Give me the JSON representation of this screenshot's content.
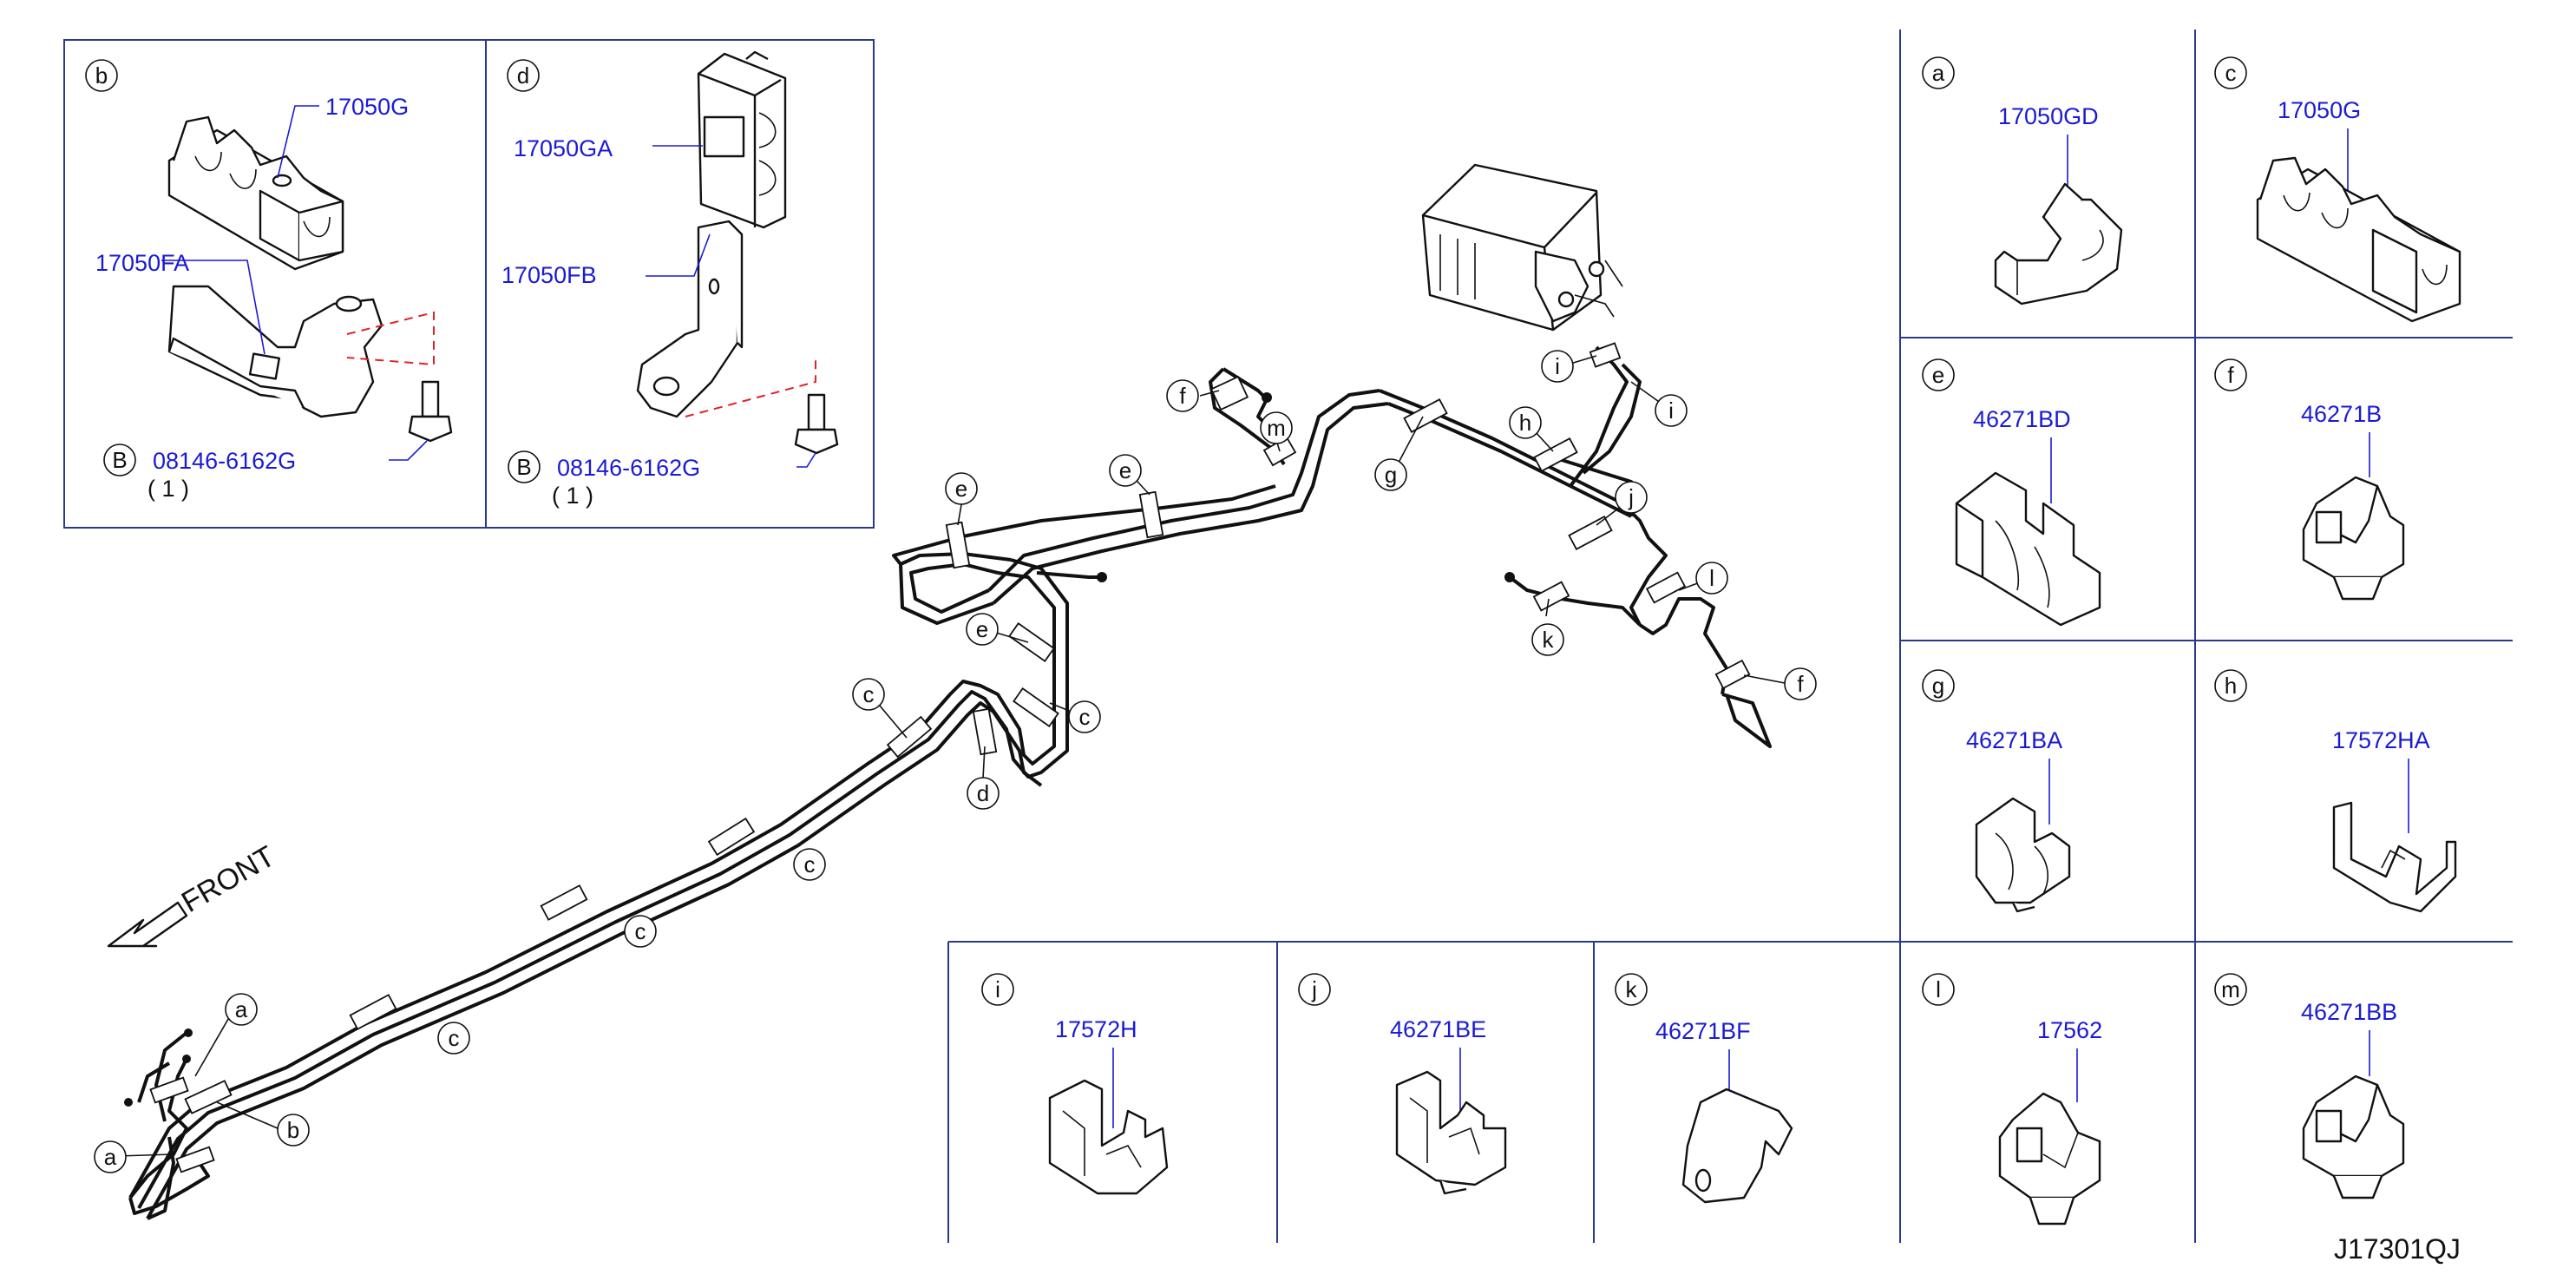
{
  "diagram_code": "J17301QJ",
  "front_label": "FRONT",
  "panels": {
    "b": {
      "letter": "b",
      "parts": [
        "17050G",
        "17050FA"
      ],
      "bolt_symbol": "B",
      "bolt_part": "08146-6162G",
      "bolt_qty": "( 1 )"
    },
    "d": {
      "letter": "d",
      "parts": [
        "17050GA",
        "17050FB"
      ],
      "bolt_symbol": "B",
      "bolt_part": "08146-6162G",
      "bolt_qty": "( 1 )"
    },
    "a": {
      "letter": "a",
      "part": "17050GD"
    },
    "c": {
      "letter": "c",
      "part": "17050G"
    },
    "e": {
      "letter": "e",
      "part": "46271BD"
    },
    "f": {
      "letter": "f",
      "part": "46271B"
    },
    "g": {
      "letter": "g",
      "part": "46271BA"
    },
    "h": {
      "letter": "h",
      "part": "17572HA"
    },
    "i": {
      "letter": "i",
      "part": "17572H"
    },
    "j": {
      "letter": "j",
      "part": "46271BE"
    },
    "k": {
      "letter": "k",
      "part": "46271BF"
    },
    "l": {
      "letter": "l",
      "part": "17562"
    },
    "m": {
      "letter": "m",
      "part": "46271BB"
    }
  },
  "callouts": [
    "a",
    "a",
    "b",
    "c",
    "c",
    "c",
    "c",
    "c",
    "d",
    "e",
    "e",
    "e",
    "f",
    "f",
    "g",
    "h",
    "i",
    "i",
    "j",
    "k",
    "l",
    "m"
  ]
}
